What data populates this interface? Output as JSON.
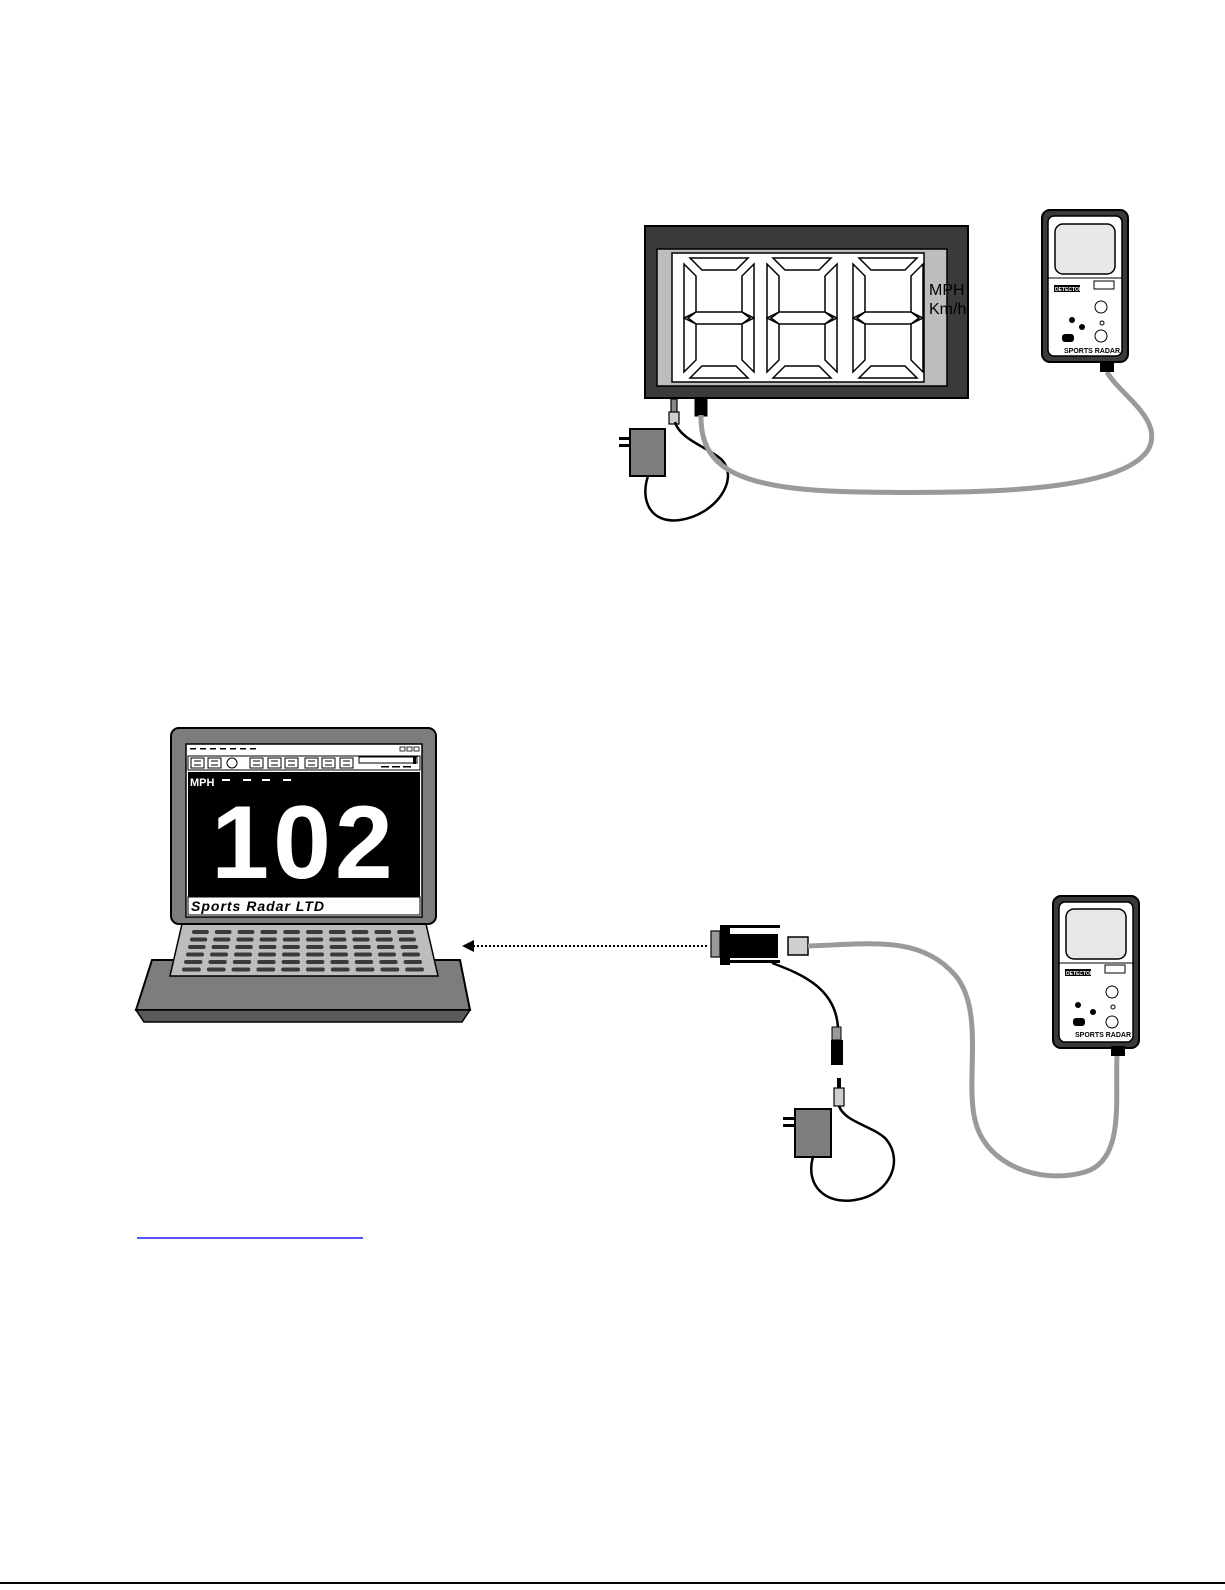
{
  "scoreboard": {
    "units_mph": "MPH",
    "units_kmh": "Km/h"
  },
  "radar_gun": {
    "brand_label": "SPORTS RADAR",
    "logo_text": "DETECTOR"
  },
  "laptop": {
    "units_label": "MPH",
    "speed_value": "102",
    "brand_label": "Sports Radar LTD"
  },
  "colors": {
    "line": "#000000",
    "cable_grey": "#9a9a9a",
    "panel_grey": "#bdbdbd",
    "case_dark": "#3a3a3a",
    "case_mid": "#7d7d7d",
    "screen_black": "#000000"
  }
}
